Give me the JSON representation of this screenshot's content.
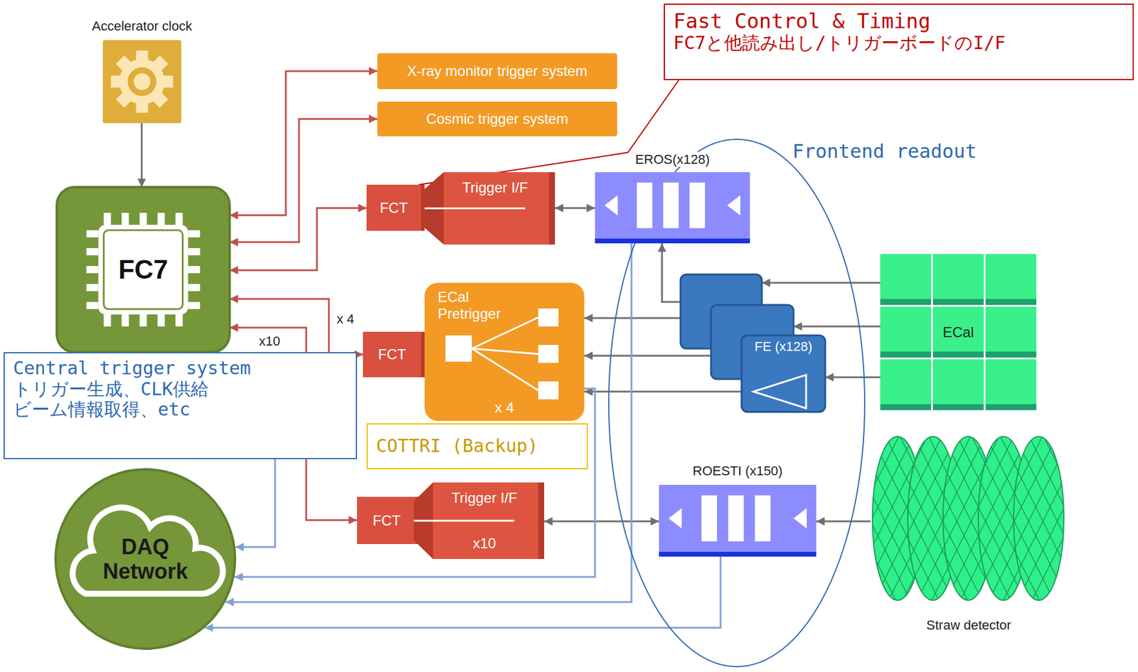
{
  "diagram": {
    "nodes": [
      {
        "text": [
          "Accelerator clock"
        ]
      },
      {
        "text": [
          "FC7"
        ]
      },
      {
        "text": [
          "X-ray monitor trigger system"
        ]
      },
      {
        "text": [
          "Cosmic trigger system"
        ]
      },
      {
        "text": [
          "Fast Control & Timing",
          "FC7と他読み出し/トリガーボードのI/F"
        ]
      },
      {
        "text": [
          "Frontend readout"
        ]
      },
      {
        "text": [
          "FCT"
        ]
      },
      {
        "text": [
          "Trigger I/F"
        ]
      },
      {
        "text": [
          "EROS(x128)"
        ]
      },
      {
        "text": [
          "FCT"
        ]
      },
      {
        "text": [
          "ECal Pretrigger",
          "x 4"
        ]
      },
      {
        "text": [
          "FE (x128)"
        ]
      },
      {
        "text": [
          "ECal"
        ]
      },
      {
        "text": [
          "Central trigger system",
          "トリガー生成、CLK供給",
          "ビーム情報取得、etc"
        ]
      },
      {
        "text": [
          "COTTRI (Backup)"
        ]
      },
      {
        "text": [
          "DAQ Network"
        ]
      },
      {
        "text": [
          "FCT"
        ]
      },
      {
        "text": [
          "Trigger I/F",
          "x10"
        ]
      },
      {
        "text": [
          "ROESTI (x150)"
        ]
      },
      {
        "text": [
          "Straw detector"
        ]
      }
    ],
    "edges": [
      {
        "from": 0,
        "to": 1,
        "arrow": "to"
      },
      {
        "from": 1,
        "to": 2,
        "arrow": "both"
      },
      {
        "from": 1,
        "to": 3,
        "arrow": "both"
      },
      {
        "from": 1,
        "to": 6,
        "arrow": "both"
      },
      {
        "from": 1,
        "to": 9,
        "arrow": "both",
        "label": "x 4"
      },
      {
        "from": 1,
        "to": 16,
        "arrow": "both",
        "label": "x10"
      },
      {
        "from": 4,
        "to": 6,
        "arrow": "none"
      },
      {
        "from": 7,
        "to": 8,
        "arrow": "both"
      },
      {
        "from": 12,
        "to": 11,
        "arrow": "to"
      },
      {
        "from": 11,
        "to": 8,
        "arrow": "to"
      },
      {
        "from": 11,
        "to": 10,
        "arrow": "to"
      },
      {
        "from": 17,
        "to": 18,
        "arrow": "both"
      },
      {
        "from": 19,
        "to": 18,
        "arrow": "to"
      },
      {
        "from": 1,
        "to": 15,
        "arrow": "to"
      },
      {
        "from": 10,
        "to": 15,
        "arrow": "to"
      },
      {
        "from": 8,
        "to": 15,
        "arrow": "to"
      },
      {
        "from": 18,
        "to": 15,
        "arrow": "to"
      }
    ]
  }
}
